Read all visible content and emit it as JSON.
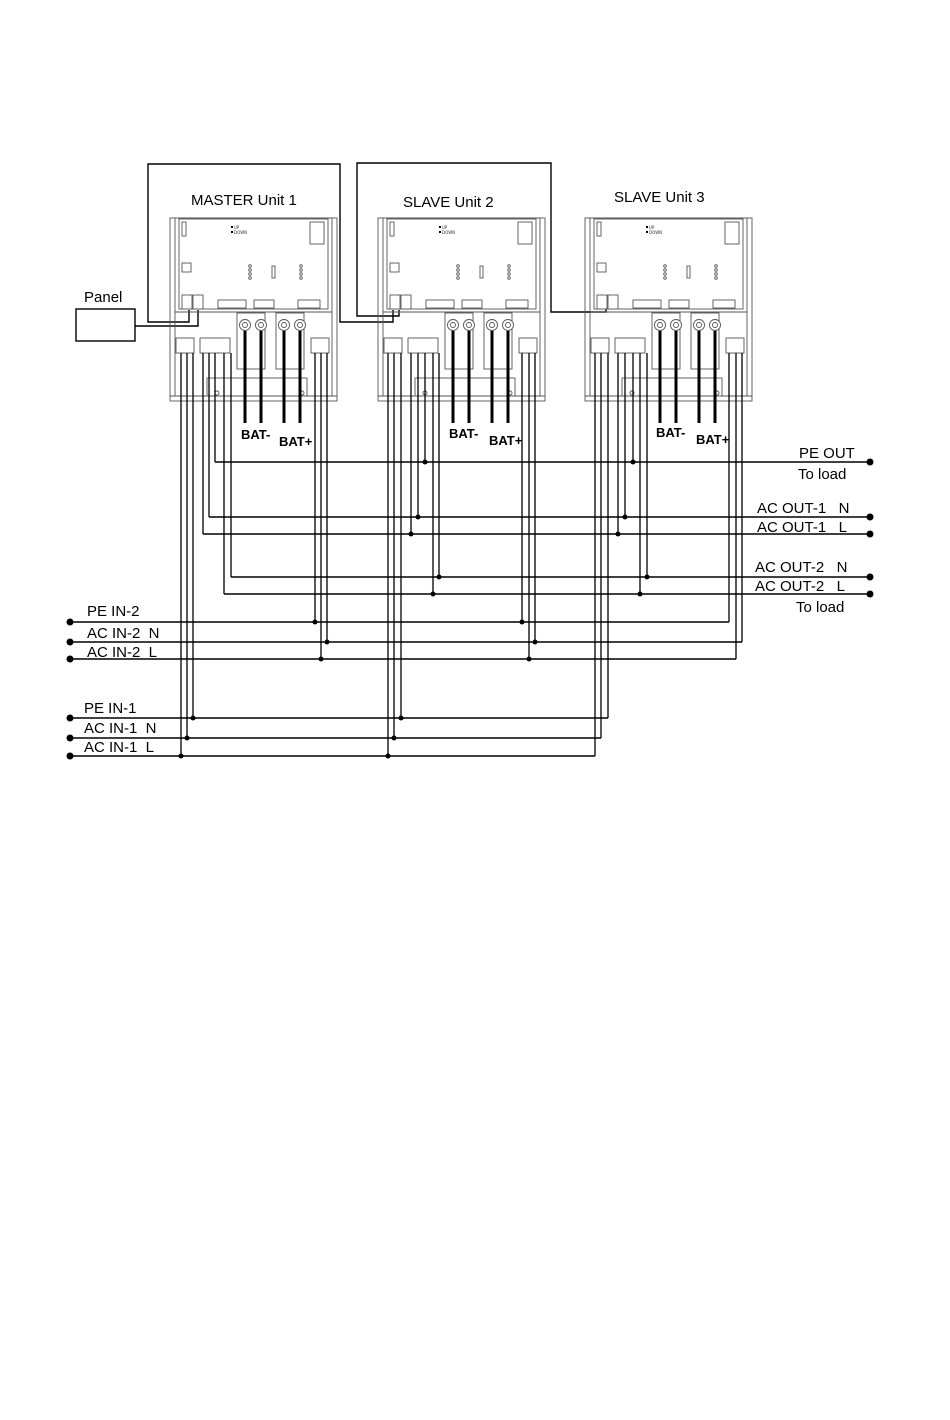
{
  "units": [
    {
      "role": "MASTER",
      "name": "Unit 1"
    },
    {
      "role": "SLAVE",
      "name": "Unit 2"
    },
    {
      "role": "SLAVE",
      "name": "Unit 3"
    }
  ],
  "panel_label": "Panel",
  "battery_labels": {
    "negative": "BAT-",
    "positive": "BAT+"
  },
  "board_tiny_labels": {
    "up": "UP",
    "down": "DOWN"
  },
  "outputs": {
    "pe_out": "PE OUT",
    "to_load_1": "To load",
    "ac_out_1_n": "AC OUT-1   N",
    "ac_out_1_l": "AC OUT-1   L",
    "ac_out_2_n": "AC OUT-2   N",
    "ac_out_2_l": "AC OUT-2   L",
    "to_load_2": "To load"
  },
  "inputs": {
    "pe_in_2": "PE IN-2",
    "ac_in_2_n": "AC IN-2  N",
    "ac_in_2_l": "AC IN-2  L",
    "pe_in_1": "PE IN-1",
    "ac_in_1_n": "AC IN-1  N",
    "ac_in_1_l": "AC IN-1  L"
  }
}
